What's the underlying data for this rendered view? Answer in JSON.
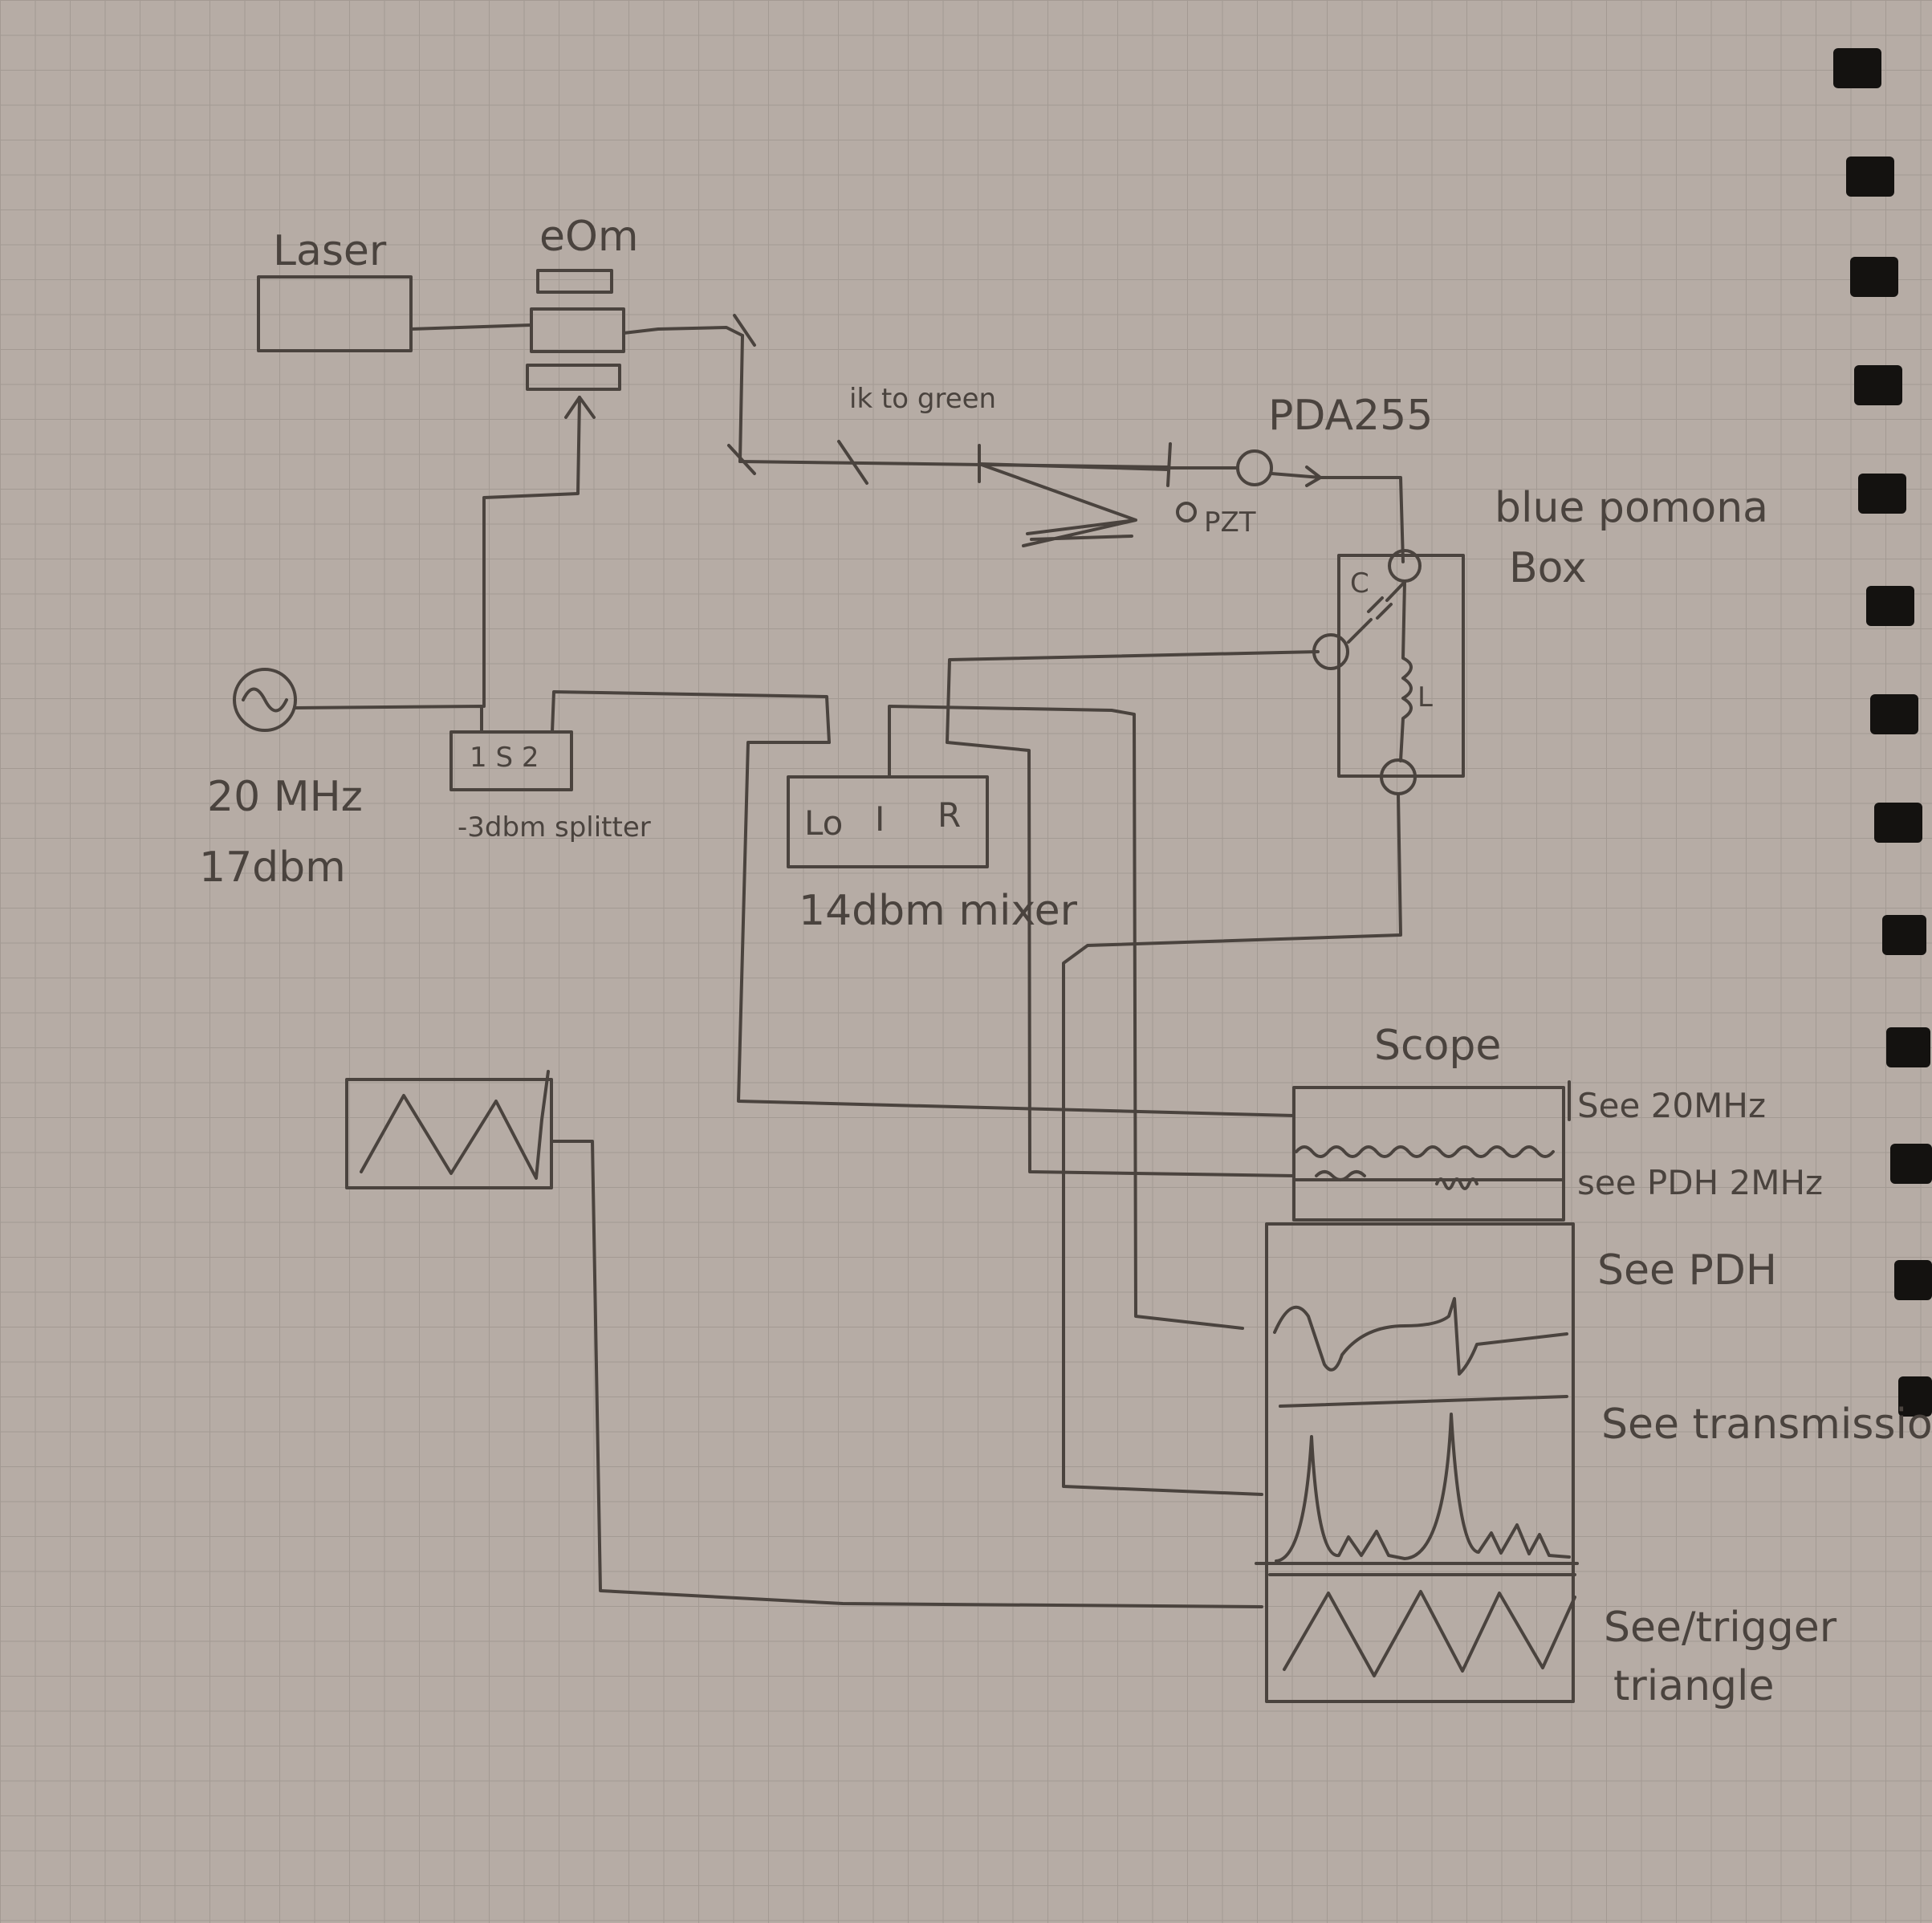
{
  "colors": {
    "paper": "#b6aca5",
    "grid": "#a39a93",
    "ink": "#4a433e",
    "ring": "#141210"
  },
  "labels": {
    "laser": "Laser",
    "eom": "eOm",
    "generator_freq": "20 MHz",
    "generator_power": "17dbm",
    "splitter_ports": "1 S 2",
    "splitter": "-3dbm splitter",
    "mirror_note": "ik to green",
    "photodiode": "PDA255",
    "pzt": "PZT",
    "box_line1": "blue pomona",
    "box_line2": "Box",
    "capacitor": "C",
    "inductor": "L",
    "mixer_lo": "Lo",
    "mixer_i": "I",
    "mixer_r": "R",
    "mixer": "14dbm mixer",
    "scope": "Scope",
    "see_20mhz": "See 20MHz",
    "see_pdh_2mhz": "see PDH 2MHz",
    "see_pdh": "See PDH",
    "see_transmission": "See transmission",
    "see_trigger_line1": "See/trigger",
    "see_trigger_line2": "triangle"
  }
}
